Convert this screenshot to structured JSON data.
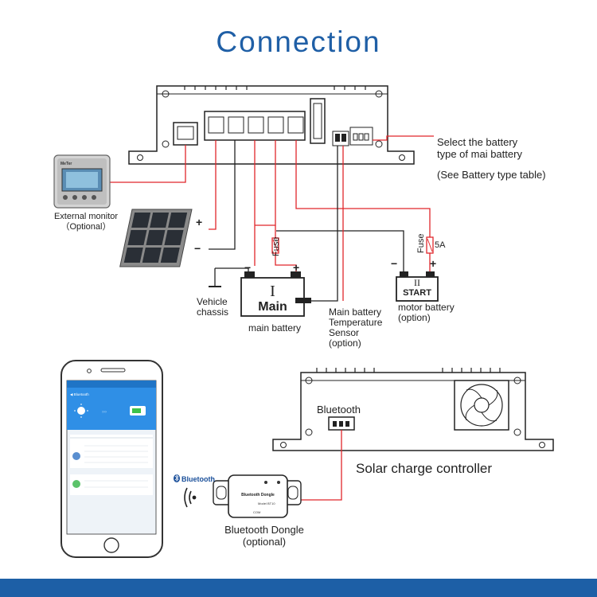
{
  "title": "Connection",
  "labels": {
    "select_battery_line1": "Select the battery",
    "select_battery_line2": "type of mai battery",
    "battery_table": "(See Battery type table)",
    "external_monitor_line1": "External monitor",
    "external_monitor_line2": "（Optional）",
    "plus": "+",
    "minus": "−",
    "fuse": "Fuse",
    "fuse_rating": "5A",
    "vehicle_chassis_line1": "Vehicle",
    "vehicle_chassis_line2": "chassis",
    "main_battery_numeral": "I",
    "main_battery_word": "Main",
    "main_battery_caption": "main battery",
    "temp_sensor_line1": "Main battery",
    "temp_sensor_line2": "Temperature",
    "temp_sensor_line3": "Sensor",
    "temp_sensor_line4": "(option)",
    "motor_battery_numeral": "II",
    "motor_battery_word": "START",
    "motor_battery_line1": "motor battery",
    "motor_battery_line2": "(option)",
    "bluetooth_port": "Bluetooth",
    "solar_controller": "Solar charge controller",
    "bluetooth_logo": "Bluetooth",
    "dongle_title": "Bluetooth Dongle",
    "dongle_caption_line1": "Bluetooth Dongle",
    "dongle_caption_line2": "(optional)"
  },
  "colors": {
    "title": "#1f5fa6",
    "wire_red": "#e0262b",
    "wire_black": "#222222",
    "footer": "#1d5fa6",
    "phone_header": "#2f8fe6"
  },
  "icons": [
    "solar-panel-icon",
    "monitor-icon",
    "battery-icon",
    "fan-icon",
    "wireless-icon",
    "bluetooth-icon",
    "phone-icon"
  ]
}
